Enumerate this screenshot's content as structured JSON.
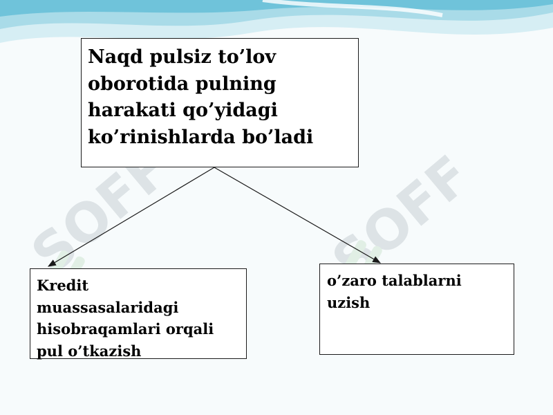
{
  "diagram": {
    "root": {
      "text": "Naqd pulsiz to’lov\noborotida pulning\nharakati qo’yidagi\nko’rinishlarda bo’ladi"
    },
    "children": [
      {
        "text": "Kredit\nmuassasalaridagi\nhisobraqamlari orqali\npul o’tkazish"
      },
      {
        "text": "o’zaro talablarni\nuzish"
      }
    ]
  },
  "watermark": {
    "logo_text": "SOFF",
    "color": "#c9d0d4"
  },
  "colors": {
    "wave_light": "#d6eef4",
    "wave_mid": "#a9dbe8",
    "wave_dark": "#6fc3da",
    "box_border": "#1a1a1a"
  }
}
